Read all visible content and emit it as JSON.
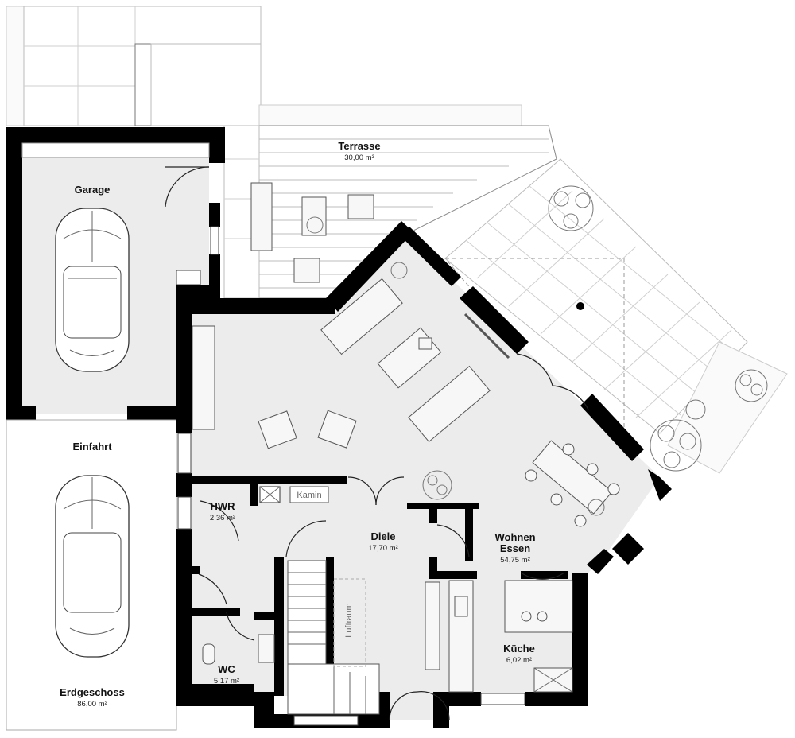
{
  "rooms": {
    "terrasse": {
      "name": "Terrasse",
      "area": "30,00 m²"
    },
    "garage": {
      "name": "Garage"
    },
    "einfahrt": {
      "name": "Einfahrt"
    },
    "hwr": {
      "name": "HWR",
      "area": "2,36 m²"
    },
    "diele": {
      "name": "Diele",
      "area": "17,70 m²"
    },
    "wohnen": {
      "name": "Wohnen",
      "name2": "Essen",
      "area": "54,75 m²"
    },
    "kueche": {
      "name": "Küche",
      "area": "6,02 m²"
    },
    "wc": {
      "name": "WC",
      "area": "5,17 m²"
    }
  },
  "labels": {
    "kamin": "Kamin",
    "luftraum": "Luftraum"
  },
  "floor": {
    "name": "Erdgeschoss",
    "area": "86,00 m²"
  },
  "colors": {
    "wall": "#000000",
    "floor": "#ececec",
    "paving": "#ffffff"
  }
}
